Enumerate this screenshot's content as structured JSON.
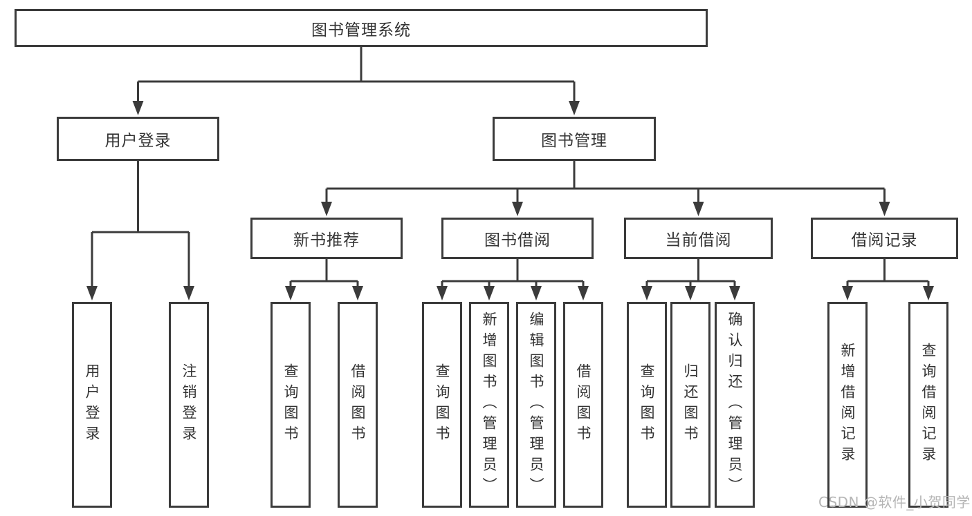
{
  "tree": {
    "label": "图书管理系统",
    "children": [
      {
        "label": "用户登录",
        "children": [
          {
            "label": "用户登录"
          },
          {
            "label": "注销登录"
          }
        ]
      },
      {
        "label": "图书管理",
        "children": [
          {
            "label": "新书推荐",
            "children": [
              {
                "label": "查询图书"
              },
              {
                "label": "借阅图书"
              }
            ]
          },
          {
            "label": "图书借阅",
            "children": [
              {
                "label": "查询图书"
              },
              {
                "label": "新增图书（管理员）"
              },
              {
                "label": "编辑图书（管理员）"
              },
              {
                "label": "借阅图书"
              }
            ]
          },
          {
            "label": "当前借阅",
            "children": [
              {
                "label": "查询图书"
              },
              {
                "label": "归还图书"
              },
              {
                "label": "确认归还（管理员）"
              }
            ]
          },
          {
            "label": "借阅记录",
            "children": [
              {
                "label": "新增借阅记录"
              },
              {
                "label": "查询借阅记录"
              }
            ]
          }
        ]
      }
    ]
  },
  "watermark": {
    "text": "CSDN @软件_小贺同学"
  },
  "colors": {
    "line": "#3b3b3b",
    "box_border": "#3b3b3b",
    "text": "#333333",
    "background": "#ffffff",
    "watermark": "#b5b5b5"
  }
}
